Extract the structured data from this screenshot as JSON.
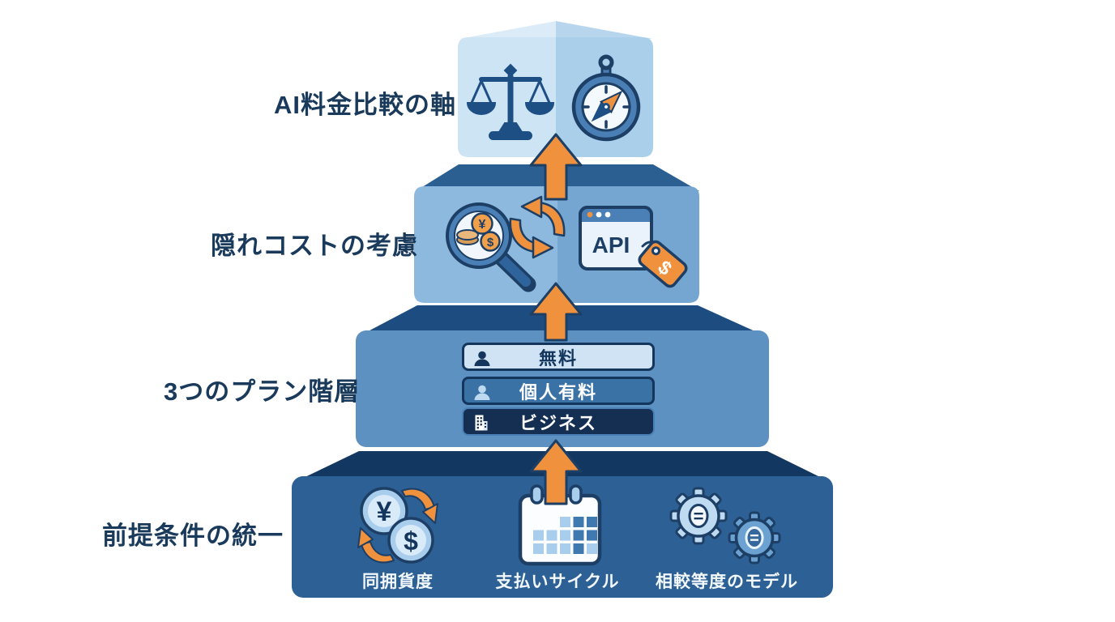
{
  "glyphs": {
    "yen": "¥",
    "dollar": "$",
    "api": "API",
    "equals": "="
  },
  "colors": {
    "background": "#ffffff",
    "label_text": "#1a3a5c",
    "arrow_orange": "#f0923d",
    "outline_navy": "#1d3f66",
    "level1_face_left": "#cde4f5",
    "level1_face_right": "#a9cfeb",
    "level2_face_left": "#8db9de",
    "level2_face_right": "#74a6d1",
    "level2_roof": "#2b5e91",
    "level3_face": "#5d91c1",
    "level3_roof": "#1d4d80",
    "level4_face": "#2d6094",
    "level4_roof": "#123760",
    "tier_free_bg": "#cfe3f4",
    "tier_personal_bg": "#3a72a6",
    "tier_business_bg": "#142f52"
  },
  "levels": [
    {
      "label": "AI料金比較の軸",
      "icons": [
        "balance-scale-icon",
        "compass-icon"
      ]
    },
    {
      "label": "隠れコストの考慮",
      "icons": [
        "magnifier-coins-icon",
        "cycle-arrows-icon",
        "api-price-tag-icon"
      ]
    },
    {
      "label": "3つのプラン階層",
      "tiers": [
        {
          "label": "無料",
          "icon": "person-icon"
        },
        {
          "label": "個人有料",
          "icon": "person-icon"
        },
        {
          "label": "ビジネス",
          "icon": "building-icon"
        }
      ]
    },
    {
      "label": "前提条件の統一",
      "items": [
        {
          "label": "同拥貨度",
          "icon": "currency-exchange-icon"
        },
        {
          "label": "支払いサイクル",
          "icon": "calendar-icon"
        },
        {
          "label": "相較等度のモデル",
          "icon": "gears-icon"
        }
      ]
    }
  ]
}
